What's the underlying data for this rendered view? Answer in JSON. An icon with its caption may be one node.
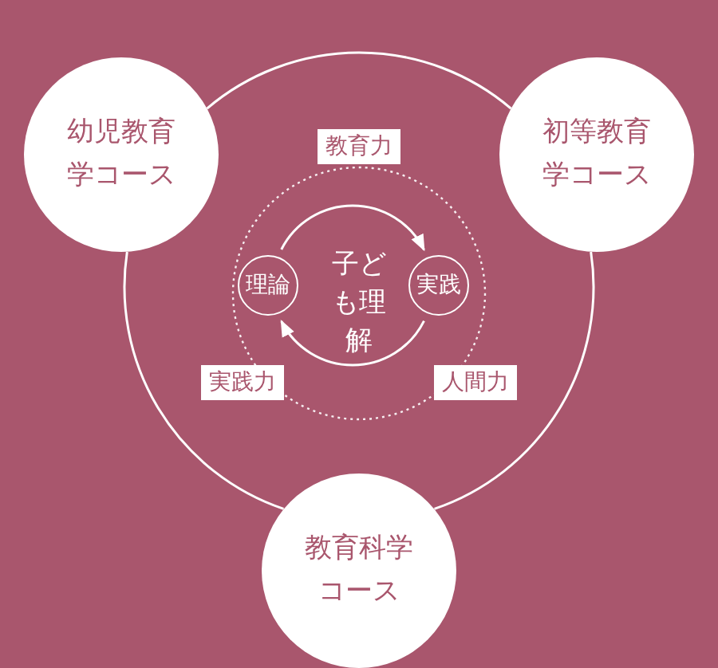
{
  "diagram": {
    "nodes": [
      {
        "text": [
          "幼児教育学コース"
        ]
      },
      {
        "text": [
          "初等教育学コース"
        ]
      },
      {
        "text": [
          "教育力"
        ]
      },
      {
        "text": [
          "理論"
        ]
      },
      {
        "text": [
          "実践"
        ]
      },
      {
        "text": [
          "実践力"
        ]
      },
      {
        "text": [
          "人間力"
        ]
      },
      {
        "text": [
          "教育科学コース"
        ]
      }
    ],
    "edges": [
      {
        "from": 0,
        "to": 1,
        "arrow": "none"
      },
      {
        "from": 1,
        "to": 7,
        "arrow": "none"
      },
      {
        "from": 7,
        "to": 0,
        "arrow": "none"
      },
      {
        "from": 3,
        "to": 4,
        "arrow": "to"
      },
      {
        "from": 4,
        "to": 3,
        "arrow": "to"
      }
    ],
    "labels": [
      "子ども理解"
    ]
  }
}
